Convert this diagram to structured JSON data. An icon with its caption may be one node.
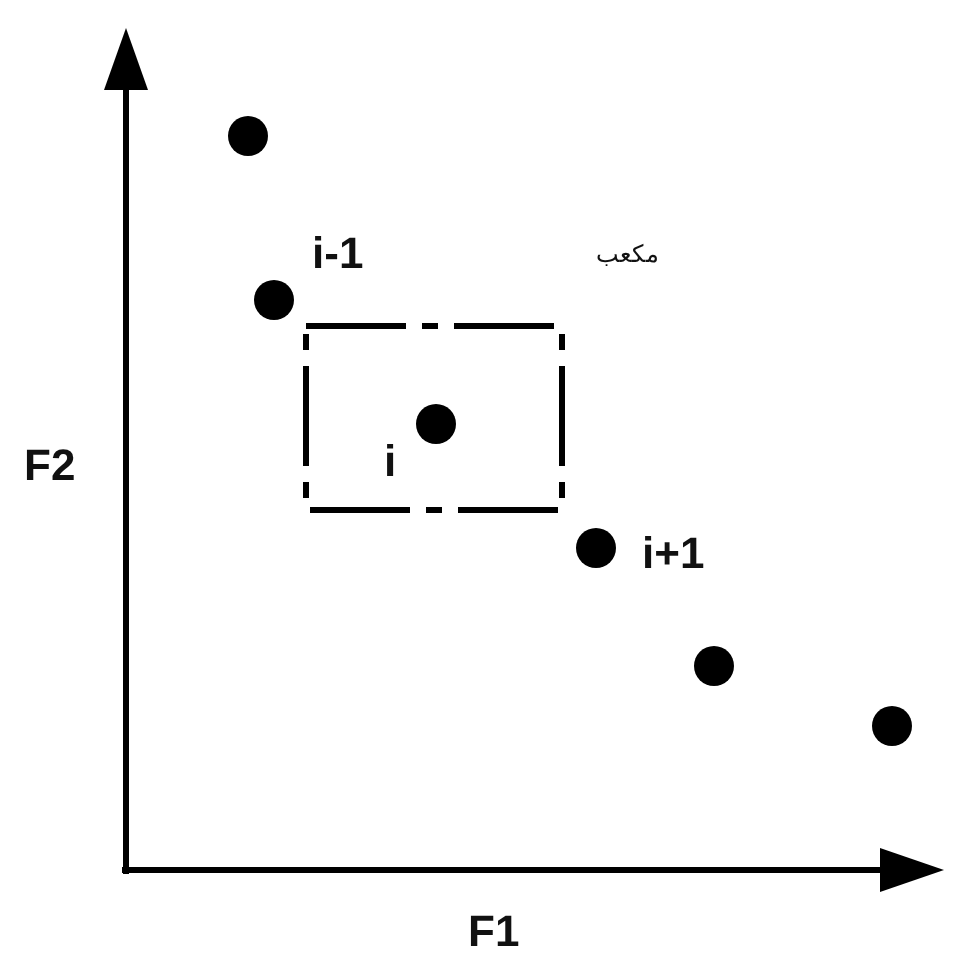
{
  "diagram": {
    "labels": [
      "مکعب",
      "i-1",
      "F2",
      "i",
      "i+1",
      "F1"
    ]
  }
}
